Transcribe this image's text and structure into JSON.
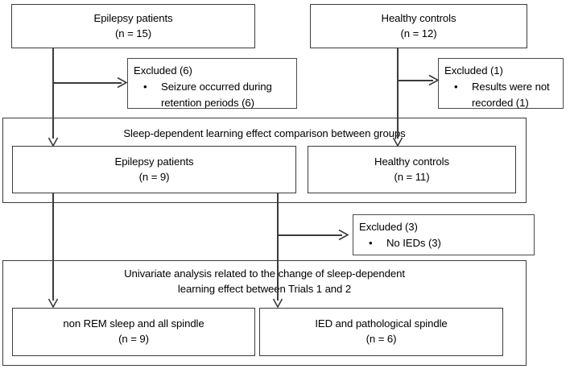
{
  "diagram": {
    "title": "Study participant flow diagram",
    "stroke_color": "#3b3b3b",
    "background": "#ffffff",
    "nodes": {
      "epilepsy_top": {
        "line1": "Epilepsy patients",
        "line2": "(n = 15)"
      },
      "healthy_top": {
        "line1": "Healthy controls",
        "line2": "(n = 12)"
      },
      "excluded_6": {
        "head": "Excluded (6)",
        "bullet": "•",
        "item": "Seizure occurred during retention periods (6)"
      },
      "excluded_1": {
        "head": "Excluded (1)",
        "bullet": "•",
        "item": "Results were not recorded (1)"
      },
      "comparison_group": {
        "title_line1": "Sleep-dependent learning effect comparison between groups"
      },
      "epilepsy_mid": {
        "line1": "Epilepsy patients",
        "line2": "(n = 9)"
      },
      "healthy_mid": {
        "line1": "Healthy controls",
        "line2": "(n = 11)"
      },
      "excluded_3": {
        "head": "Excluded (3)",
        "bullet": "•",
        "item": "No IEDs (3)"
      },
      "univariate_group": {
        "title_line1": "Univariate analysis related to the change of sleep-dependent",
        "title_line2": "learning effect between Trials 1 and 2"
      },
      "nonrem_box": {
        "line1": "non REM sleep and all spindle",
        "line2": "(n = 9)"
      },
      "ied_box": {
        "line1": "IED and pathological spindle",
        "line2": "(n = 6)"
      }
    }
  }
}
